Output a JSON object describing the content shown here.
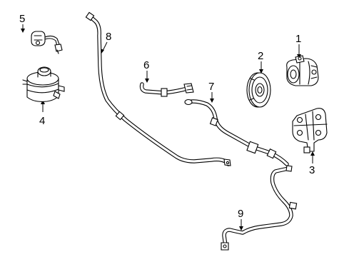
{
  "diagram": {
    "callouts": [
      {
        "id": "1",
        "text": "1"
      },
      {
        "id": "2",
        "text": "2"
      },
      {
        "id": "3",
        "text": "3"
      },
      {
        "id": "4",
        "text": "4"
      },
      {
        "id": "5",
        "text": "5"
      },
      {
        "id": "6",
        "text": "6"
      },
      {
        "id": "7",
        "text": "7"
      },
      {
        "id": "8",
        "text": "8"
      },
      {
        "id": "9",
        "text": "9"
      }
    ]
  }
}
